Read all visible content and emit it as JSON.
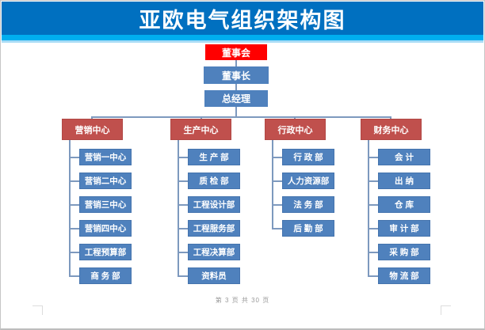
{
  "page": {
    "title": "亚欧电气组织架构图",
    "footer": "第 3 页 共 30 页"
  },
  "colors": {
    "banner_blue": "#0070C0",
    "strip_cyan": "#00AEEF",
    "strip_light": "#A9DCF6",
    "root_red": "#FF0000",
    "center_red": "#C0504D",
    "node_blue": "#4F81BD",
    "connector": "#7D99BE"
  },
  "org": {
    "root": "董事会",
    "level2": "董事长",
    "level3": "总经理",
    "centers": [
      {
        "name": "营销中心",
        "children": [
          "营销一中心",
          "营销二中心",
          "营销三中心",
          "营销四中心",
          "工程预算部",
          "商 务 部"
        ]
      },
      {
        "name": "生产中心",
        "children": [
          "生 产 部",
          "质 检 部",
          "工程设计部",
          "工程服务部",
          "工程决算部",
          "资料员"
        ]
      },
      {
        "name": "行政中心",
        "children": [
          "行 政 部",
          "人力资源部",
          "法 务 部",
          "后 勤 部"
        ]
      },
      {
        "name": "财务中心",
        "children": [
          "会 计",
          "出 纳",
          "仓 库",
          "审 计 部",
          "采 购 部",
          "物 流 部"
        ]
      }
    ]
  }
}
